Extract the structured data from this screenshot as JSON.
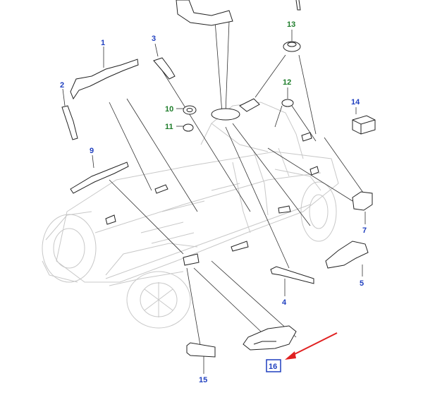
{
  "colors": {
    "label_blue": "#1f3fbf",
    "label_green": "#1e7d2a",
    "arrow_red": "#e02020",
    "car_outline": "#c8c8c8",
    "part_line": "#222222",
    "leader_line": "#333333"
  },
  "callouts": [
    {
      "id": "1",
      "text": "1",
      "color": "blue",
      "highlighted": false
    },
    {
      "id": "2",
      "text": "2",
      "color": "blue",
      "highlighted": false
    },
    {
      "id": "3",
      "text": "3",
      "color": "blue",
      "highlighted": false
    },
    {
      "id": "4",
      "text": "4",
      "color": "blue",
      "highlighted": false
    },
    {
      "id": "5",
      "text": "5",
      "color": "blue",
      "highlighted": false
    },
    {
      "id": "7",
      "text": "7",
      "color": "blue",
      "highlighted": false
    },
    {
      "id": "9",
      "text": "9",
      "color": "blue",
      "highlighted": false
    },
    {
      "id": "10",
      "text": "10",
      "color": "green",
      "highlighted": false
    },
    {
      "id": "11",
      "text": "11",
      "color": "green",
      "highlighted": false
    },
    {
      "id": "12",
      "text": "12",
      "color": "green",
      "highlighted": false
    },
    {
      "id": "13",
      "text": "13",
      "color": "green",
      "highlighted": false
    },
    {
      "id": "14",
      "text": "14",
      "color": "blue",
      "highlighted": false
    },
    {
      "id": "15",
      "text": "15",
      "color": "blue",
      "highlighted": false
    },
    {
      "id": "16",
      "text": "16",
      "color": "blue",
      "highlighted": true
    }
  ]
}
